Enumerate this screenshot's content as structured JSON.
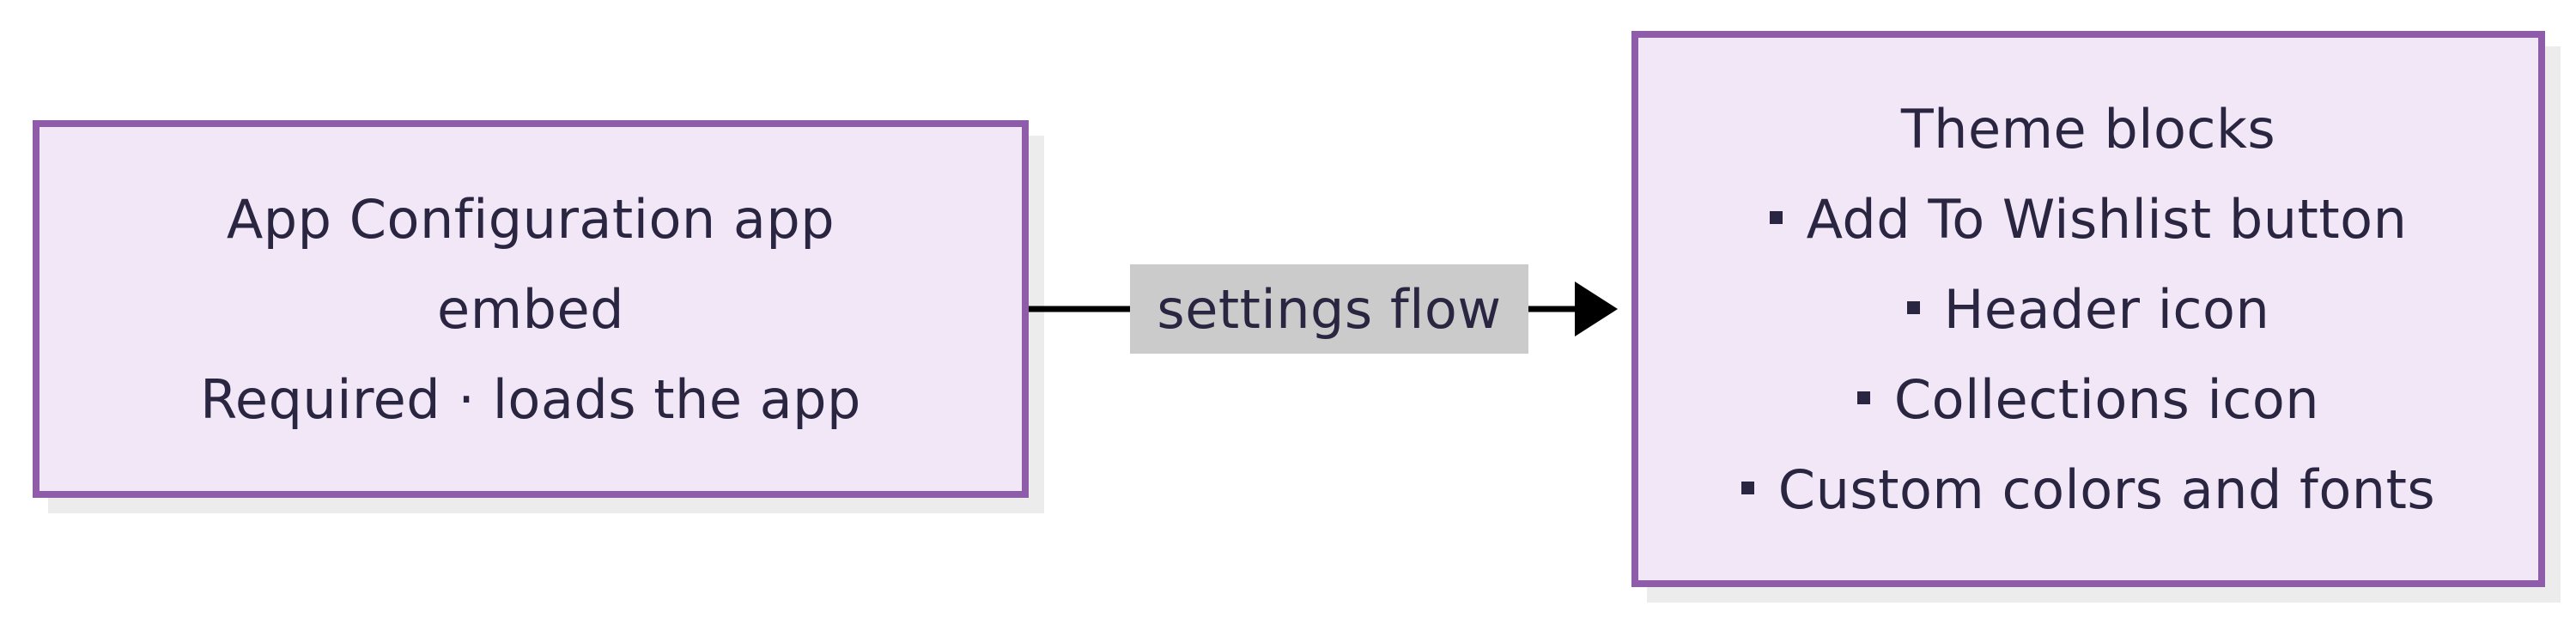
{
  "diagram": {
    "source_node": {
      "lines": [
        "App Configuration app",
        "embed",
        "Required · loads the app"
      ]
    },
    "edge": {
      "label": "settings flow"
    },
    "target_node": {
      "title": "Theme blocks",
      "items": [
        "Add To Wishlist button",
        "Header icon",
        "Collections icon",
        "Custom colors and fonts"
      ]
    },
    "colors": {
      "node_fill": "#f1e7f6",
      "node_border": "#8e5ca9",
      "edge_label_bg": "#cbcbcb",
      "text": "#2a2540"
    }
  }
}
